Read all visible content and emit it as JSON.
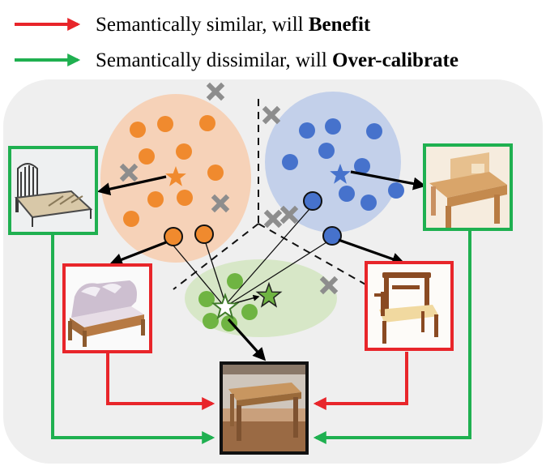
{
  "legend": [
    {
      "arrow_color": "#e8252a",
      "text": "Semantically similar, will ",
      "bold": "Benefit"
    },
    {
      "arrow_color": "#1fb050",
      "text": "Semantically dissimilar, will ",
      "bold": "Over-calibrate"
    }
  ],
  "colors": {
    "panel_bg": "#efefef",
    "orange_cluster": "#f6d2b8",
    "blue_cluster": "#c3d0ea",
    "green_cluster": "#d7e7c7",
    "orange_point": "#f08a2e",
    "blue_point": "#4672cc",
    "green_point": "#6fb442",
    "cross": "#8d8d8d",
    "benefit_box": "#e8252a",
    "overcal_box": "#1fb050",
    "query_box": "#111111"
  },
  "images": [
    {
      "name": "metal-bed-image",
      "semantic": "bed-icon",
      "frame": "over-calibrate"
    },
    {
      "name": "wooden-bed-image",
      "semantic": "bed-icon",
      "frame": "benefit"
    },
    {
      "name": "wooden-desk-image",
      "semantic": "desk-icon",
      "frame": "over-calibrate"
    },
    {
      "name": "wooden-chair-image",
      "semantic": "chair-icon",
      "frame": "benefit"
    },
    {
      "name": "query-table-image",
      "semantic": "table-icon",
      "frame": "query"
    }
  ]
}
